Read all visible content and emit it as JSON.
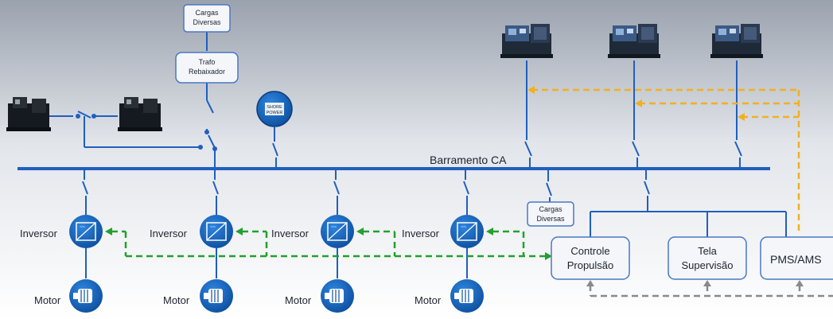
{
  "bus_label": "Barramento CA",
  "loads_top": [
    "Cargas",
    "Diversas"
  ],
  "trafo": [
    "Trafo",
    "Rebaixador"
  ],
  "shore_power": [
    "SHORE",
    "POWER"
  ],
  "loads_mid": [
    "Cargas",
    "Diversas"
  ],
  "inversor_label": "Inversor",
  "motor_label": "Motor",
  "controle": [
    "Controle",
    "Propulsão"
  ],
  "tela": [
    "Tela",
    "Supervisão"
  ],
  "pms": "PMS/AMS",
  "colors": {
    "bus": "#1f5fbf",
    "node": "#1565c0",
    "green": "#22a02e",
    "orange": "#f2b01e",
    "gray": "#8a8a8a",
    "box_border": "#4a78c2"
  }
}
